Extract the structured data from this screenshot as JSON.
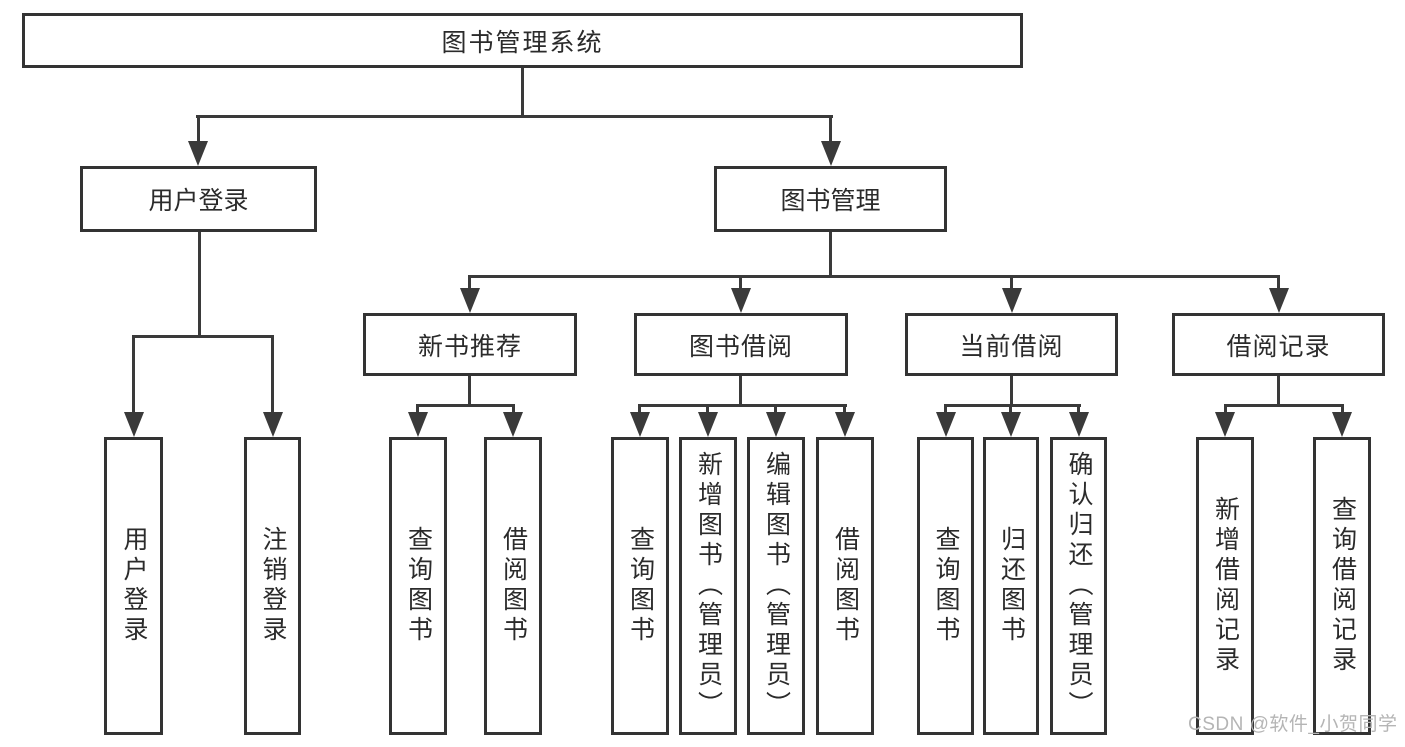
{
  "colors": {
    "box_border": "#333333",
    "connector_line": "#3a3a3a",
    "text": "#2b2b2b",
    "box_fill": "#ffffff",
    "watermark": "#b5b5b5"
  },
  "tree": {
    "label": "图书管理系统",
    "children": [
      {
        "label": "用户登录",
        "children": [
          {
            "label": "用户登录"
          },
          {
            "label": "注销登录"
          }
        ]
      },
      {
        "label": "图书管理",
        "children": [
          {
            "label": "新书推荐",
            "children": [
              {
                "label": "查询图书"
              },
              {
                "label": "借阅图书"
              }
            ]
          },
          {
            "label": "图书借阅",
            "children": [
              {
                "label": "查询图书"
              },
              {
                "label": "新增图书（管理员）"
              },
              {
                "label": "编辑图书（管理员）"
              },
              {
                "label": "借阅图书"
              }
            ]
          },
          {
            "label": "当前借阅",
            "children": [
              {
                "label": "查询图书"
              },
              {
                "label": "归还图书"
              },
              {
                "label": "确认归还（管理员）"
              }
            ]
          },
          {
            "label": "借阅记录",
            "children": [
              {
                "label": "新增借阅记录"
              },
              {
                "label": "查询借阅记录"
              }
            ]
          }
        ]
      }
    ]
  },
  "watermark": {
    "text": "CSDN @软件_小贺同学"
  }
}
